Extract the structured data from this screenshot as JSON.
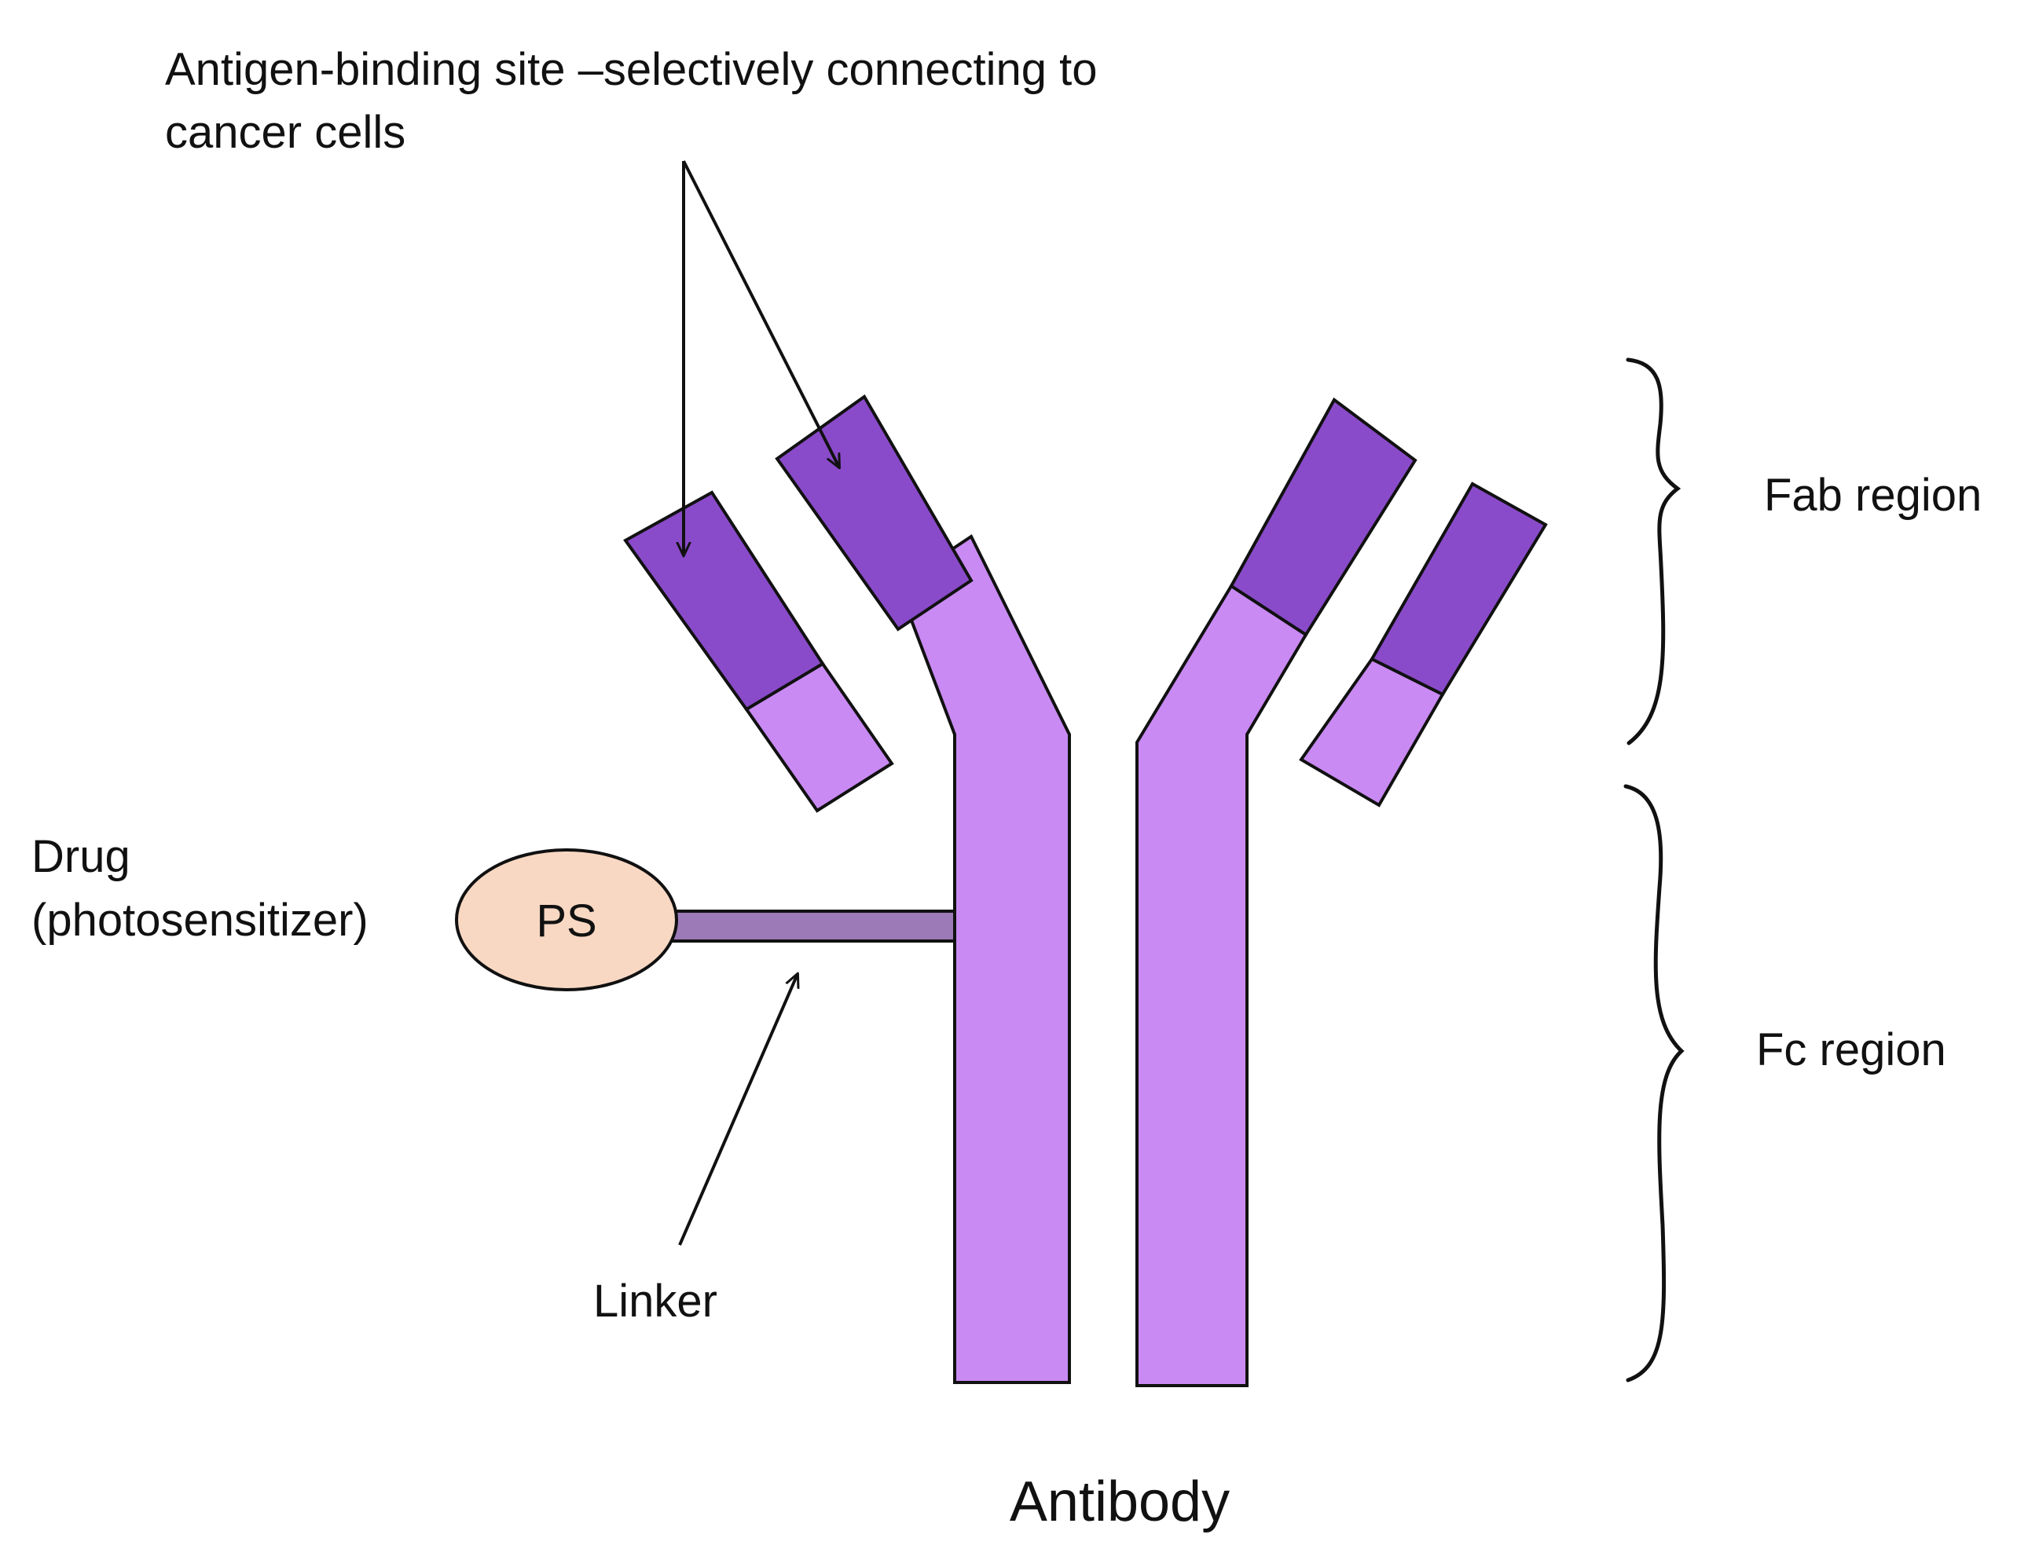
{
  "diagram": {
    "caption": "Antibody",
    "antigen_site_label": {
      "line1": "Antigen-binding site –selectively connecting to",
      "line2": "cancer cells"
    },
    "fab_region_label": "Fab region",
    "fc_region_label": "Fc region",
    "drug_label": {
      "line1": "Drug",
      "line2": "(photosensitizer)"
    },
    "ps_label": "PS",
    "linker_label": "Linker"
  },
  "colors": {
    "variable_domain": "#8a4bca",
    "constant_domain": "#c98af3",
    "linker": "#9c79b7",
    "drug_oval": "#f9d8c3",
    "outline": "#111111"
  }
}
